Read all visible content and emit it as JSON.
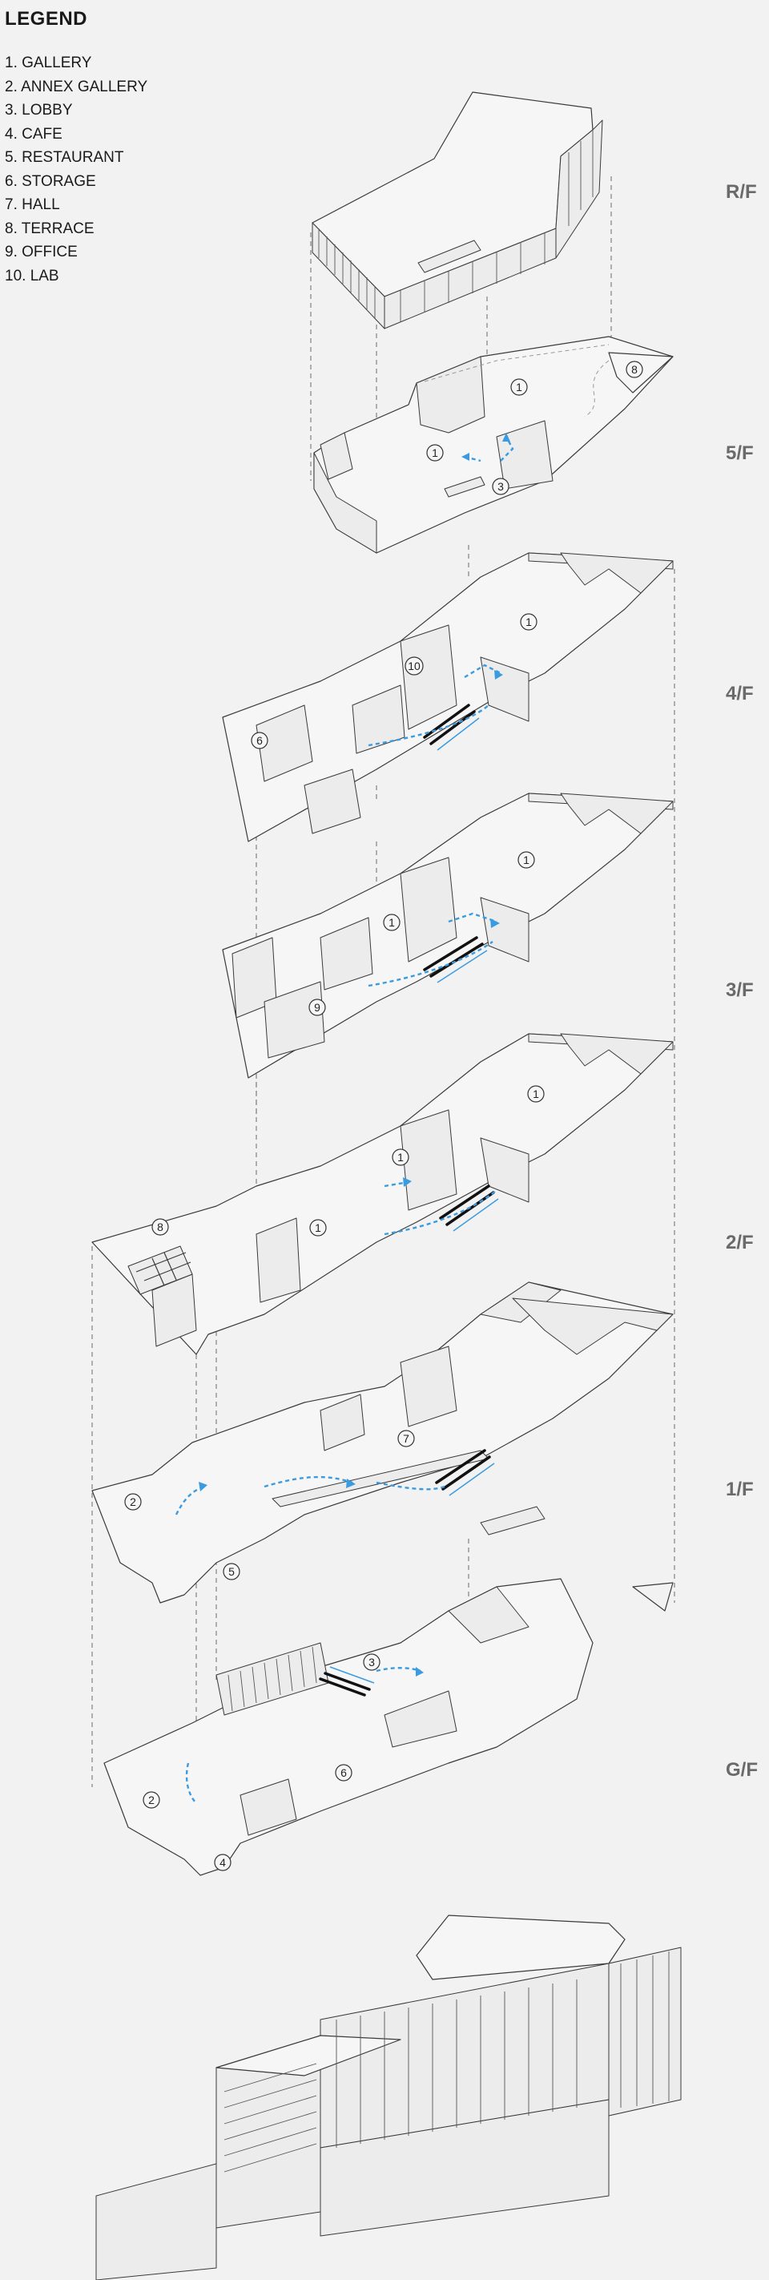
{
  "legend": {
    "title": "LEGEND",
    "items": [
      "1. GALLERY",
      "2. ANNEX GALLERY",
      "3. LOBBY",
      "4. CAFE",
      "5. RESTAURANT",
      "6. STORAGE",
      "7. HALL",
      "8. TERRACE",
      "9. OFFICE",
      "10. LAB"
    ]
  },
  "floors": {
    "rf": "R/F",
    "f5": "5/F",
    "f4": "4/F",
    "f3": "3/F",
    "f2": "2/F",
    "f1": "1/F",
    "gf": "G/F"
  },
  "markers": {
    "rf5a": "1",
    "rf5b": "1",
    "rf5c": "3",
    "rf5d": "8",
    "f4a": "1",
    "f4b": "10",
    "f4c": "6",
    "f3a": "1",
    "f3b": "1",
    "f3c": "9",
    "f2a": "1",
    "f2b": "1",
    "f2c": "1",
    "f2d": "8",
    "f1a": "7",
    "f1b": "2",
    "f1c": "5",
    "gfa": "3",
    "gfb": "6",
    "gfc": "2",
    "gfd": "4"
  },
  "colors": {
    "background": "#f2f2f2",
    "line": "#3a3a3a",
    "circulation": "#3b9be0",
    "floor_label": "#6a6a6a"
  }
}
